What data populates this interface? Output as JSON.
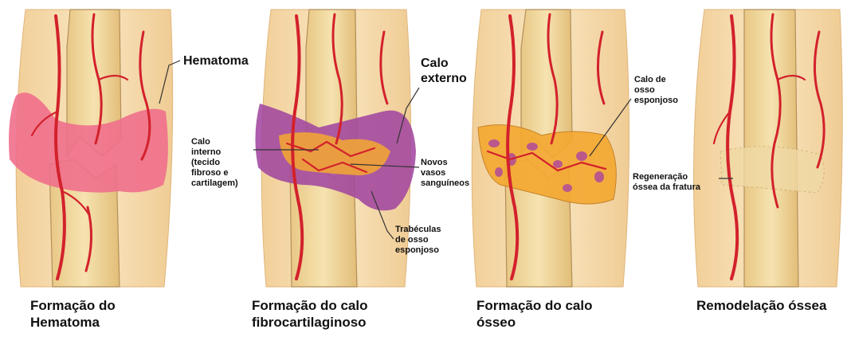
{
  "stages": [
    {
      "caption_lines": [
        "Formação do",
        "Hematoma"
      ],
      "labels": {
        "hematoma": "Hematoma"
      }
    },
    {
      "caption_lines": [
        "Formação do calo",
        "fibrocartilaginoso"
      ],
      "labels": {
        "calo_externo": [
          "Calo",
          "externo"
        ],
        "calo_interno": [
          "Calo",
          "interno",
          "(tecido",
          "fibroso e",
          "cartilagem)"
        ],
        "novos_vasos": [
          "Novos",
          "vasos",
          "sanguíneos"
        ],
        "trabeculas": [
          "Trabéculas",
          "de osso",
          "esponjoso"
        ]
      }
    },
    {
      "caption_lines": [
        "Formação do calo",
        "ósseo"
      ],
      "labels": {
        "calo_osso": [
          "Calo de",
          "osso",
          "esponjoso"
        ]
      }
    },
    {
      "caption_lines": [
        "Remodelação óssea"
      ],
      "labels": {
        "regeneracao": [
          "Regeneração",
          "óssea da fratura"
        ]
      }
    }
  ],
  "colors": {
    "skin": "#f6dcae",
    "bone": "#eed394",
    "bone_outline": "#b4905a",
    "vessel": "#d3212c",
    "hematoma": "#ef6f8c",
    "callus_purple": "#a2479f",
    "callus_orange": "#f4a830",
    "leader": "#333333"
  }
}
